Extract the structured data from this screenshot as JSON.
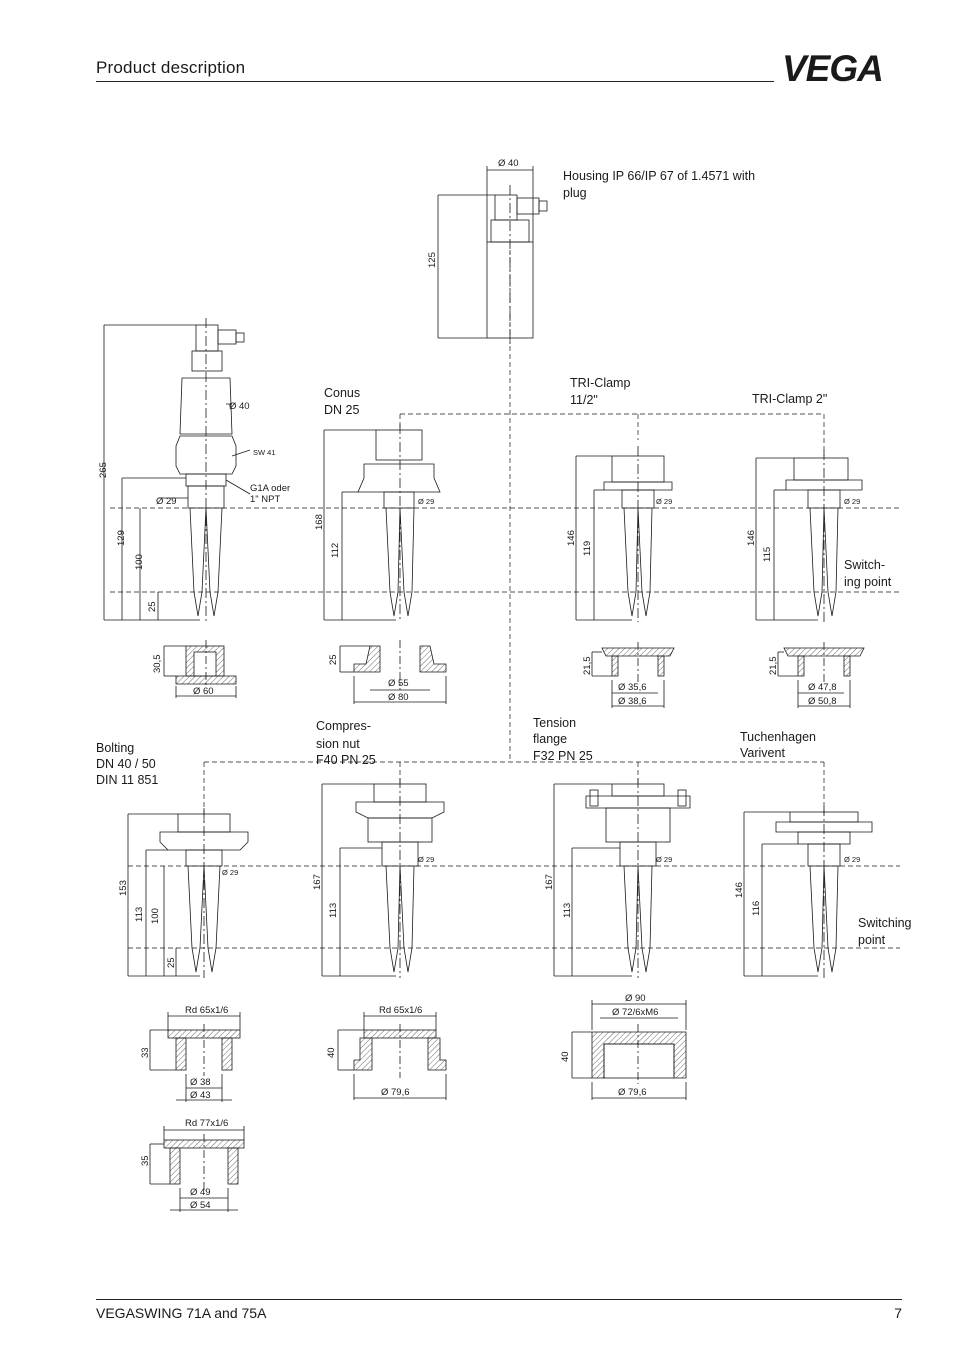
{
  "header": {
    "title": "Product  description",
    "logo_text": "VEGA"
  },
  "footer": {
    "product": "VEGASWING 71A and 75A",
    "page": "7"
  },
  "housing": {
    "label_line1": "Housing IP 66/IP 67 of 1.4571 with",
    "label_line2": "plug",
    "dia": "Ø 40",
    "height": "125"
  },
  "base_unit": {
    "dia40": "Ø 40",
    "sw": "SW 41",
    "thread_line1": "G1A oder",
    "thread_line2": "1\" NPT",
    "dia29": "Ø 29",
    "h265": "265",
    "h129": "129",
    "h100": "100",
    "h25": "25",
    "adapter_h": "30,5",
    "adapter_dia": "Ø 60"
  },
  "conus": {
    "title_line1": "Conus",
    "title_line2": "DN 25",
    "dia29": "Ø 29",
    "h168": "168",
    "h112": "112",
    "adapter_h": "25",
    "adapter_dia1": "Ø 55",
    "adapter_dia2": "Ø 80"
  },
  "triclamp15": {
    "title_line1": "TRI-Clamp",
    "title_line2": "11/2\"",
    "dia29": "Ø 29",
    "h146": "146",
    "h119": "119",
    "adapter_h": "21,5",
    "adapter_dia1": "Ø 35,6",
    "adapter_dia2": "Ø 38,6"
  },
  "triclamp2": {
    "title": "TRI-Clamp 2\"",
    "dia29": "Ø 29",
    "h146": "146",
    "h115": "115",
    "switch_line1": "Switch-",
    "switch_line2": "ing point",
    "adapter_h": "21,5",
    "adapter_dia1": "Ø 47,8",
    "adapter_dia2": "Ø 50,8"
  },
  "bolting": {
    "title_line1": "Bolting",
    "title_line2": "DN 40 / 50",
    "title_line3": "DIN 11 851",
    "dia29": "Ø 29",
    "h153": "153",
    "h113": "113",
    "h100": "100",
    "h25": "25",
    "a1_thread": "Rd 65x1/6",
    "a1_h": "33",
    "a1_dia1": "Ø 38",
    "a1_dia2": "Ø 43",
    "a2_thread": "Rd 77x1/6",
    "a2_h": "35",
    "a2_dia1": "Ø 49",
    "a2_dia2": "Ø 54"
  },
  "compression": {
    "title_line1": "Compres-",
    "title_line2": "sion nut",
    "title_line3": "F40 PN 25",
    "dia29": "Ø 29",
    "h167": "167",
    "h113": "113",
    "a_thread": "Rd 65x1/6",
    "a_h": "40",
    "a_dia": "Ø 79,6"
  },
  "tension": {
    "title_line1": "Tension",
    "title_line2": "flange",
    "title_line3": "F32 PN 25",
    "dia29": "Ø 29",
    "h167": "167",
    "h113": "113",
    "a_dia90": "Ø 90",
    "a_dia72": "Ø 72/6xM6",
    "a_h": "40",
    "a_dia": "Ø 79,6"
  },
  "tuchenhagen": {
    "title_line1": "Tuchenhagen",
    "title_line2": "Varivent",
    "dia29": "Ø 29",
    "h146": "146",
    "h116": "116",
    "switch_line1": "Switching",
    "switch_line2": "point"
  },
  "colors": {
    "ink": "#1a1a1a",
    "hatch": "#444444"
  }
}
